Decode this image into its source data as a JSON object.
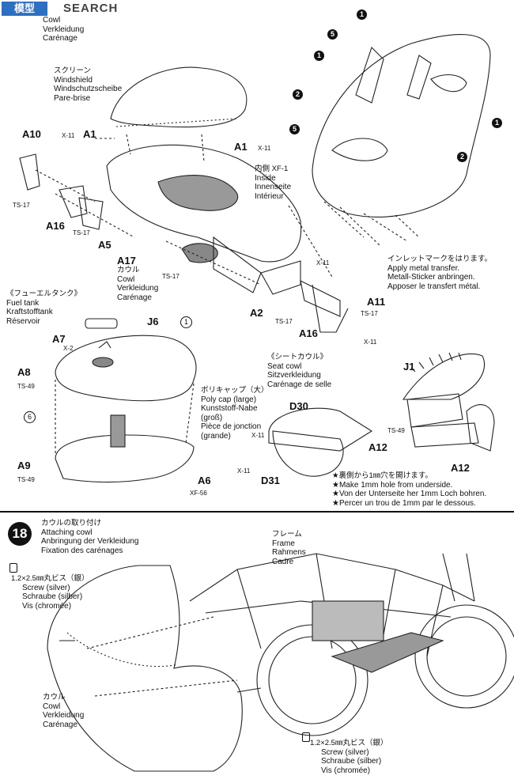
{
  "watermark": {
    "brand": "SEARCH"
  },
  "top_heading": {
    "en": "Cowl",
    "de": "Verkleidung",
    "fr": "Carénage"
  },
  "windshield": {
    "jp": "スクリーン",
    "en": "Windshield",
    "de": "Windschutzscheibe",
    "fr": "Pare-brise"
  },
  "parts": {
    "a1_left": "A1",
    "a1_right": "A1",
    "a10": "A10",
    "a16_left": "A16",
    "a16_right": "A16",
    "a5": "A5",
    "a17": "A17",
    "a2": "A2",
    "a11": "A11",
    "a7": "A7",
    "a8": "A8",
    "a9": "A9",
    "a6": "A6",
    "j6": "J6",
    "d30": "D30",
    "d31": "D31",
    "a12_left": "A12",
    "a12_right": "A12",
    "j1": "J1"
  },
  "codes": {
    "x11_a": "X-11",
    "x11_b": "X-11",
    "x11_c": "X-11",
    "x11_d": "X-11",
    "x11_e": "X-11",
    "x11_f": "X-11",
    "ts17_a": "TS-17",
    "ts17_b": "TS-17",
    "ts17_c": "TS-17",
    "ts17_d": "TS-17",
    "ts17_e": "TS-17",
    "ts49_a": "TS-49",
    "ts49_b": "TS-49",
    "ts49_c": "TS-49",
    "x2": "X-2",
    "xf56": "XF-56"
  },
  "a17_text": {
    "jp": "カウル",
    "en": "Cowl",
    "de": "Verkleidung",
    "fr": "Carénage"
  },
  "inside": {
    "jp": "内側 XF-1",
    "en": "Inside",
    "de": "Innenseite",
    "fr": "Intérieur"
  },
  "metal_transfer": {
    "jp": "インレットマークをはります。",
    "en": "Apply metal transfer.",
    "de": "Metall-Sticker anbringen.",
    "fr": "Apposer le transfert métal."
  },
  "fuel_tank": {
    "jp": "《フューエルタンク》",
    "en": "Fuel tank",
    "de": "Kraftstofftank",
    "fr": "Réservoir"
  },
  "poly_cap": {
    "jp": "ポリキャップ（大）",
    "en": "Poly cap (large)",
    "de": "Kunststoff-Nabe",
    "de2": "(groß)",
    "fr": "Pièce de jonction",
    "fr2": "(grande)"
  },
  "seat_cowl": {
    "jp": "《シートカウル》",
    "en": "Seat cowl",
    "de": "Sitzverkleidung",
    "fr": "Carénage de selle"
  },
  "hole_note": {
    "jp": "★裏側から1㎜穴を開けます。",
    "en": "★Make 1mm hole from underside.",
    "de": "★Von der Unterseite her 1mm Loch bohren.",
    "fr": "★Percer un trou de 1mm par le dessous."
  },
  "step18": {
    "number": "18",
    "jp": "カウルの取り付け",
    "en": "Attaching cowl",
    "de": "Anbringung der Verkleidung",
    "fr": "Fixation des carénages"
  },
  "frame": {
    "jp": "フレーム",
    "en": "Frame",
    "de": "Rahmens",
    "fr": "Cadre"
  },
  "screw_left": {
    "jp": "1.2×2.5㎜丸ビス（銀）",
    "en": "Screw (silver)",
    "de": "Schraube (silber)",
    "fr": "Vis (chromée)"
  },
  "screw_right": {
    "jp": "1.2×2.5㎜丸ビス（銀）",
    "en": "Screw (silver)",
    "de": "Schraube (silber)",
    "fr": "Vis (chromée)"
  },
  "cowl18": {
    "jp": "カウル",
    "en": "Cowl",
    "de": "Verkleidung",
    "fr": "Carénage"
  },
  "markers": {
    "m1": "1",
    "m5": "5",
    "m2": "2",
    "m1_tank": "1",
    "m6": "6"
  }
}
